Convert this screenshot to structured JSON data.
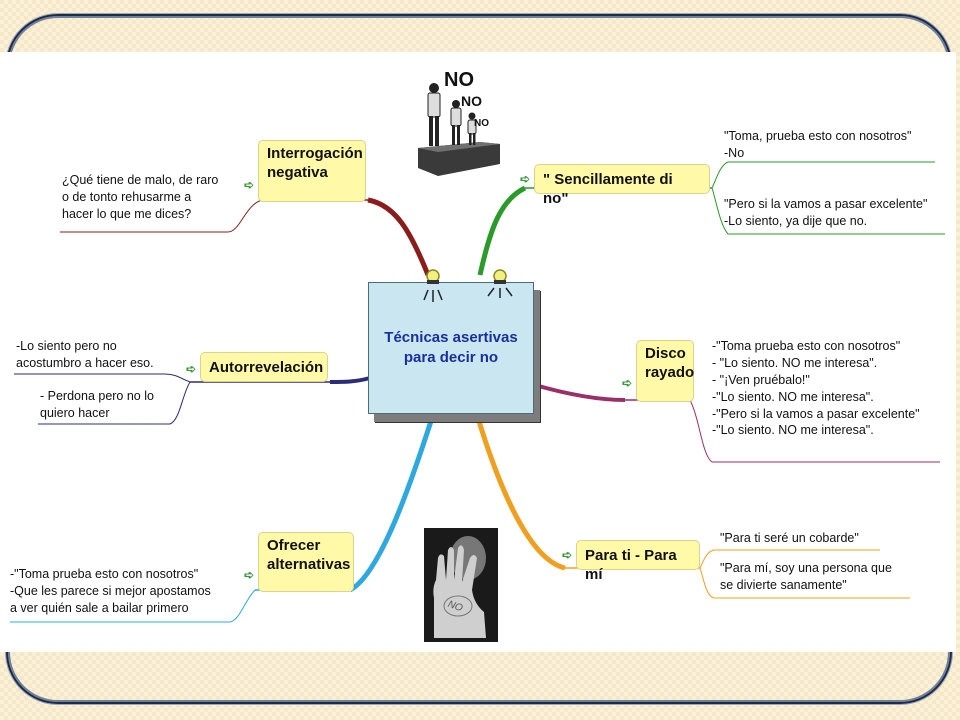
{
  "center": {
    "title": "Técnicas asertivas\npara decir no"
  },
  "branches": {
    "interrogacion": {
      "label": "Interrogación\nnegativa"
    },
    "sencillamente": {
      "label": "\" Sencillamente di no\""
    },
    "autorrevelacion": {
      "label": "Autorrevelación"
    },
    "disco": {
      "label": "Disco\nrayado"
    },
    "ofrecer": {
      "label": "Ofrecer\nalternativas"
    },
    "parati": {
      "label": "Para ti - Para mí"
    }
  },
  "notes": {
    "interrogacion": "¿Qué tiene de malo, de raro\n  o de tonto rehusarme a\nhacer lo que me dices?",
    "sencillamente_1": "\"Toma, prueba esto con nosotros\"\n-No",
    "sencillamente_2": "\"Pero si la vamos a pasar excelente\"\n-Lo siento, ya dije que no.",
    "autorrevelacion_1": "-Lo siento pero no\n  acostumbro a hacer eso.",
    "autorrevelacion_2": "- Perdona pero no lo\nquiero hacer",
    "disco": "-\"Toma prueba esto con nosotros\"\n  - \"Lo siento. NO me interesa\".\n- \"¡Ven pruébalo!\"\n  -\"Lo siento. NO me interesa\".\n-\"Pero si la vamos a pasar excelente\"\n  -\"Lo siento. NO me interesa\".",
    "ofrecer": "-\"Toma prueba esto con nosotros\"\n-Que  les parece si mejor apostamos\n  a ver quién sale a bailar primero",
    "parati_1": "\"Para ti seré un cobarde\"",
    "parati_2": "\"Para mí, soy una persona que\n  se divierte sanamente\""
  },
  "images": {
    "top_sign_text": "NO",
    "hand_text": "NO"
  },
  "colors": {
    "node_fill": "#fff9a8",
    "center_fill": "#c9e6f1",
    "center_text": "#1a2f9e",
    "branch_interrogacion": "#8a1c1c",
    "branch_sencillamente": "#2a9a2a",
    "branch_autorrevelacion": "#2b2b7a",
    "branch_disco": "#9a2f6a",
    "branch_ofrecer": "#2fa8df",
    "branch_parati": "#f0a020"
  }
}
